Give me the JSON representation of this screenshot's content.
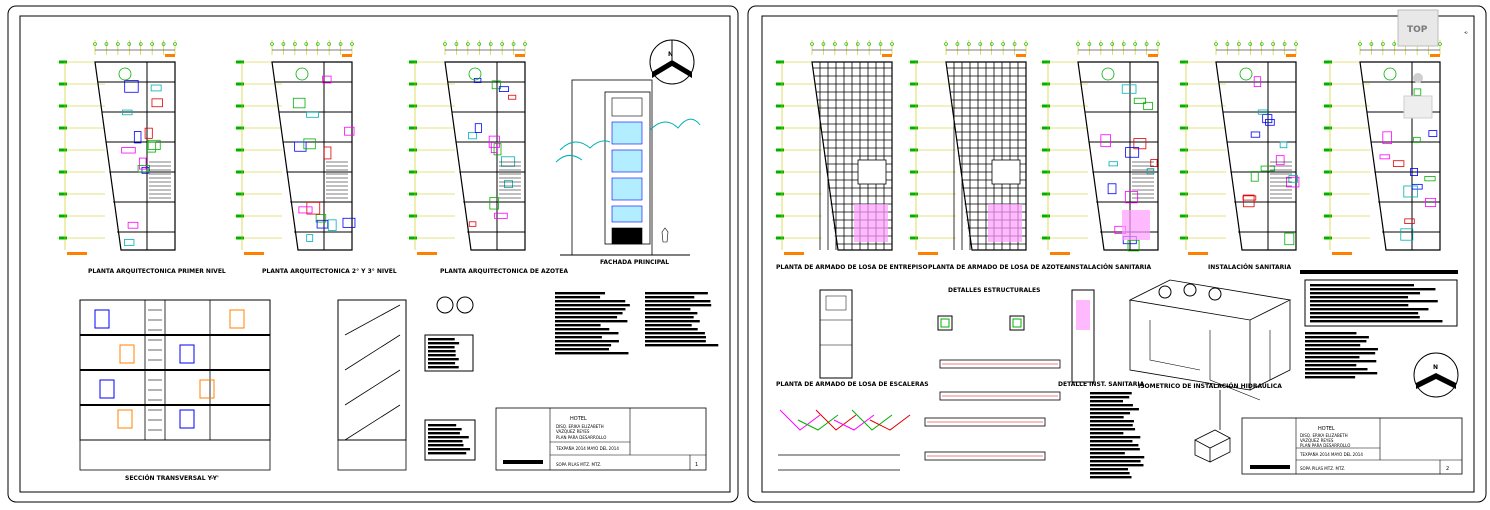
{
  "sheet1": {
    "titles": {
      "plan1": "PLANTA ARQUITECTONICA PRIMER NIVEL",
      "plan2": "PLANTA ARQUITECTONICA 2° Y 3° NIVEL",
      "plan3": "PLANTA ARQUITECTONICA DE AZOTEA",
      "facade": "FACHADA PRINCIPAL",
      "section": "SECCIÓN TRANSVERSAL Y-Y'"
    },
    "north_label": "N",
    "titleblock": {
      "project": "HOTEL",
      "author1": "DISQ. ERIKA ELIZABETH",
      "author2": "VAZQUEZ REYES",
      "line3": "PLAN PARA DESARROLLO",
      "date": "TEXPAÑA 2014 MAYO DEL 2014",
      "location": "SOPA PILAS MTZ. MTZ.",
      "sheet": "1"
    }
  },
  "sheet2": {
    "titles": {
      "plan1": "PLANTA DE ARMADO DE LOSA DE ENTREPISO",
      "plan2": "PLANTA DE ARMADO DE LOSA DE AZOTEA",
      "plan3": "INSTALACIÓN SANITARIA",
      "plan4": "INSTALACIÓN SANITARIA",
      "stairs": "PLANTA DE ARMADO DE LOSA DE ESCALERAS",
      "details": "DETALLES ESTRUCTURALES",
      "sanit": "DETALLE INST. SANITARIA",
      "iso": "ISOMETRICO DE INSTALACIÓN HIDRAULICA"
    },
    "north_label": "N",
    "titleblock": {
      "project": "HOTEL",
      "author1": "DISQ. ERIKA ELIZABETH",
      "author2": "VAZQUEZ REYES",
      "line3": "PLAN PARA DESARROLLO",
      "date": "TEXPAÑA 2014 MAYO DEL 2014",
      "location": "SOPA PILAS MTZ. MTZ.",
      "sheet": "2"
    }
  },
  "viewcube": {
    "label": "TOP"
  },
  "colors": {
    "paper": "#ffffff",
    "line": "#000000",
    "dimension": "#c8c800",
    "green": "#00b000",
    "magenta": "#ff00ff",
    "blue": "#0000ff",
    "cyan": "#00b0b0",
    "orange": "#ff8000",
    "red": "#e00000",
    "pink": "#ff9bff"
  }
}
